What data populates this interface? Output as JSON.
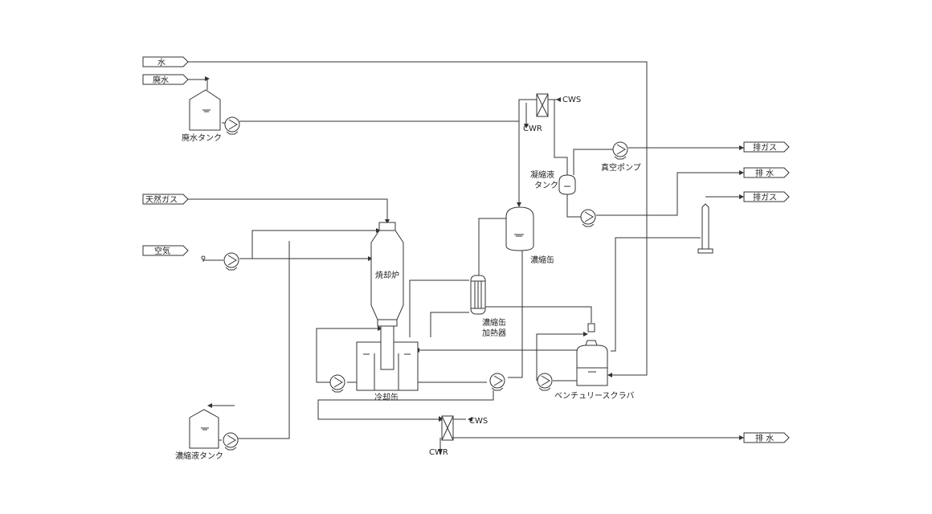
{
  "streams": {
    "water": "水",
    "waste_water": "廃水",
    "natural_gas": "天然ガス",
    "air": "空気",
    "exhaust_gas_1": "排ガス",
    "drain_1": "排 水",
    "exhaust_gas_2": "排ガス",
    "drain_2": "排 水"
  },
  "equipment": {
    "waste_tank": "廃水タンク",
    "condensate_tank_line1": "凝縮液",
    "condensate_tank_line2": "タンク",
    "vacuum_pump": "真空ポンプ",
    "concentrator": "濃縮缶",
    "incinerator": "焼却炉",
    "heater_line1": "濃縮缶",
    "heater_line2": "加熱器",
    "quench_tank": "冷却缶",
    "venturi_scrubber": "ベンチュリースクラバ",
    "concentrate_tank": "濃縮液タンク"
  },
  "utilities": {
    "cws_top": "CWS",
    "cwr_top": "CWR",
    "cws_bottom": "CWS",
    "cwr_bottom": "CWR"
  },
  "colors": {
    "line": "#333333",
    "text": "#222222",
    "background": "#ffffff"
  }
}
